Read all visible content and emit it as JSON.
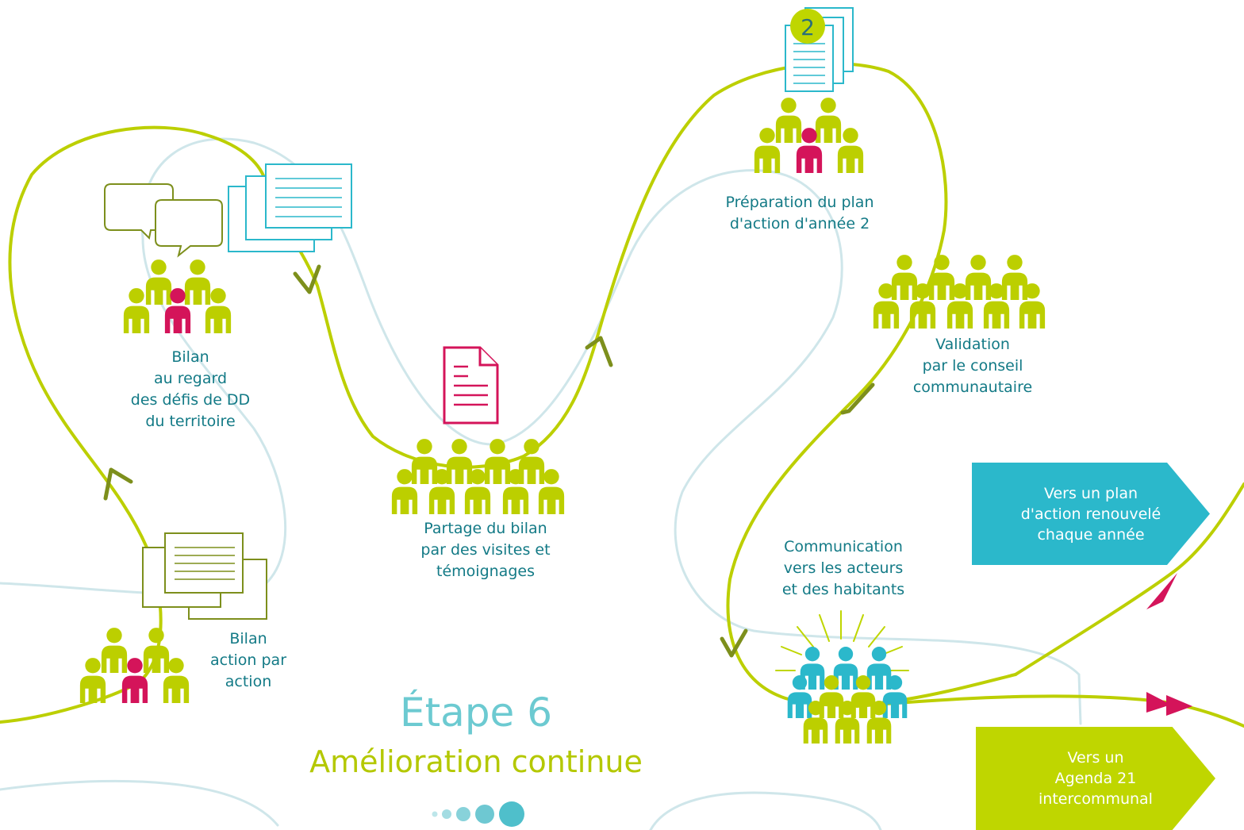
{
  "colors": {
    "accent_green": "#bfd600",
    "person_green": "#bccf00",
    "accent_pink": "#d4145a",
    "accent_cyan": "#2bb8cb",
    "doc_olive": "#7d8f1c",
    "path_light": "#cfe6ea",
    "text_teal": "#137a86"
  },
  "step": {
    "title": "Étape 6",
    "subtitle": "Amélioration continue",
    "progress_dots": 5,
    "current": 5
  },
  "nodes": {
    "bilan_action": {
      "lines": [
        "Bilan",
        "action par",
        "action"
      ]
    },
    "bilan_regard": {
      "lines": [
        "Bilan",
        "au regard",
        "des défis de DD",
        "du territoire"
      ]
    },
    "partage": {
      "lines": [
        "Partage du bilan",
        "par des visites et",
        "témoignages"
      ]
    },
    "preparation": {
      "lines": [
        "Préparation du plan",
        "d'action d'année 2"
      ],
      "badge": "2"
    },
    "validation": {
      "lines": [
        "Validation",
        "par le conseil",
        "communautaire"
      ]
    },
    "communication": {
      "lines": [
        "Communication",
        "vers les acteurs",
        "et des habitants"
      ]
    }
  },
  "outcomes": {
    "plan": {
      "lines": [
        "Vers un plan",
        "d'action renouvelé",
        "chaque année"
      ]
    },
    "agenda": {
      "lines": [
        "Vers un",
        "Agenda 21",
        "intercommunal"
      ]
    }
  },
  "icons": {
    "people": "person-group-icon",
    "speech": "speech-bubble-icon",
    "document": "document-icon",
    "arrow": "chevron-arrow-icon"
  }
}
